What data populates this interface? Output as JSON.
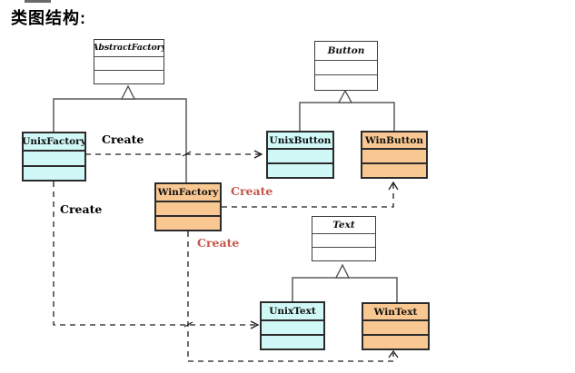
{
  "page": {
    "heading": "类图结构:"
  },
  "diagram": {
    "classes": [
      {
        "name": "AbstractFactory",
        "abstract": true,
        "fill": "white"
      },
      {
        "name": "Button",
        "abstract": true,
        "fill": "white"
      },
      {
        "name": "Text",
        "abstract": true,
        "fill": "white"
      },
      {
        "name": "UnixFactory",
        "abstract": false,
        "fill": "cyan"
      },
      {
        "name": "WinFactory",
        "abstract": false,
        "fill": "orange"
      },
      {
        "name": "UnixButton",
        "abstract": false,
        "fill": "cyan"
      },
      {
        "name": "WinButton",
        "abstract": false,
        "fill": "orange"
      },
      {
        "name": "UnixText",
        "abstract": false,
        "fill": "cyan"
      },
      {
        "name": "WinText",
        "abstract": false,
        "fill": "orange"
      }
    ],
    "relations": [
      {
        "type": "inheritance",
        "from": "UnixFactory",
        "to": "AbstractFactory"
      },
      {
        "type": "inheritance",
        "from": "WinFactory",
        "to": "AbstractFactory"
      },
      {
        "type": "inheritance",
        "from": "UnixButton",
        "to": "Button"
      },
      {
        "type": "inheritance",
        "from": "WinButton",
        "to": "Button"
      },
      {
        "type": "inheritance",
        "from": "UnixText",
        "to": "Text"
      },
      {
        "type": "inheritance",
        "from": "WinText",
        "to": "Text"
      },
      {
        "type": "dependency",
        "label": "Create",
        "label_color": "black",
        "from": "UnixFactory",
        "to": "UnixButton"
      },
      {
        "type": "dependency",
        "label": "Create",
        "label_color": "orange",
        "from": "WinFactory",
        "to": "WinButton"
      },
      {
        "type": "dependency",
        "label": "Create",
        "label_color": "black",
        "from": "UnixFactory",
        "to": "UnixText"
      },
      {
        "type": "dependency",
        "label": "Create",
        "label_color": "orange",
        "from": "WinFactory",
        "to": "WinText"
      }
    ]
  },
  "colors": {
    "cyan_fill": "#CFF8F6",
    "orange_fill": "#F9C892",
    "create_orange": "#C4564A"
  }
}
